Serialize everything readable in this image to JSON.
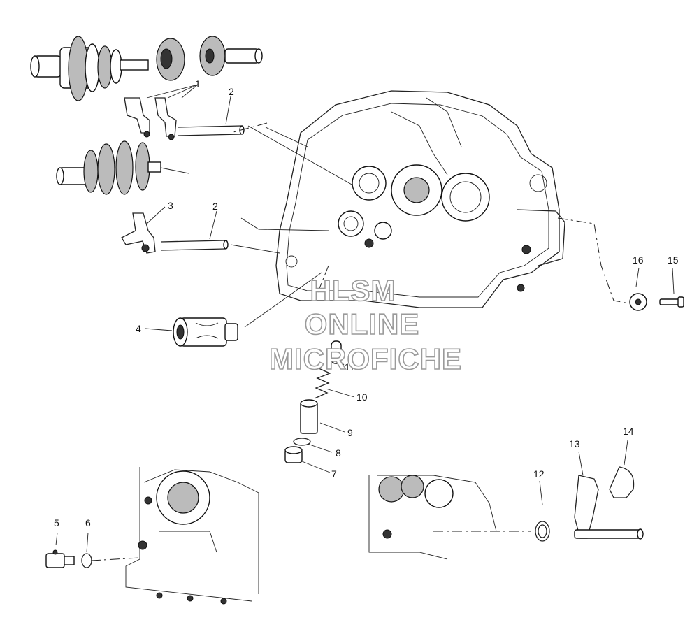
{
  "callouts": {
    "c1": "1",
    "c2a": "2",
    "c2b": "2",
    "c3": "3",
    "c4": "4",
    "c5": "5",
    "c6": "6",
    "c7": "7",
    "c8": "8",
    "c9": "9",
    "c10": "10",
    "c11": "11",
    "c12": "12",
    "c13": "13",
    "c14": "14",
    "c15": "15",
    "c16": "16"
  },
  "watermark": {
    "line1": "HLSM",
    "line2": "ONLINE",
    "line3": "MICROFICHE"
  },
  "colors": {
    "ink": "#222222",
    "paper": "#ffffff",
    "watermark": "#9a9a9a"
  }
}
